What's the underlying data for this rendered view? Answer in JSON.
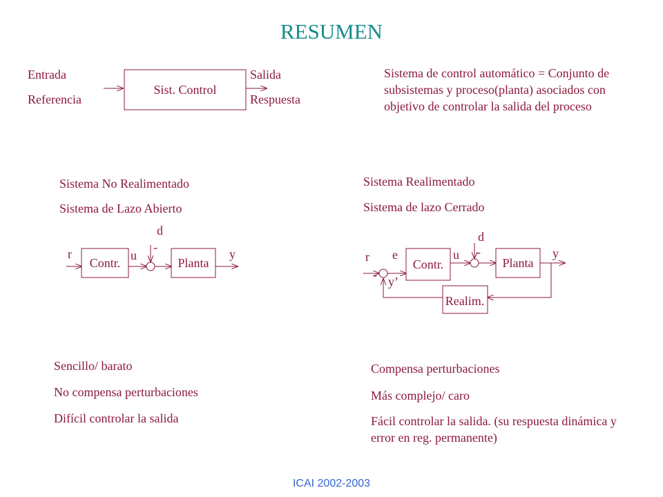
{
  "title": "RESUMEN",
  "footer": "ICAI 2002-2003",
  "colors": {
    "title": "#168C8C",
    "text": "#8B1A3A",
    "footer": "#3366CC"
  },
  "top_block": {
    "input_label_1": "Entrada",
    "input_label_2": "Referencia",
    "block_label": "Sist. Control",
    "output_label_1": "Salida",
    "output_label_2": "Respuesta"
  },
  "definition": "Sistema de control automático = Conjunto de subsistemas y proceso(planta) asociados con objetivo de controlar la salida del proceso",
  "open_loop": {
    "title_1": "Sistema No Realimentado",
    "title_2": "Sistema de Lazo Abierto",
    "controller_label": "Contr.",
    "plant_label": "Planta",
    "signal_r": "r",
    "signal_u": "u",
    "signal_y": "y",
    "signal_d": "d",
    "minus_sign": "-",
    "properties": [
      "Sencillo/ barato",
      "No compensa perturbaciones",
      "Difícil controlar la salida"
    ]
  },
  "closed_loop": {
    "title_1": "Sistema Realimentado",
    "title_2": "Sistema de lazo Cerrado",
    "controller_label": "Contr.",
    "plant_label": "Planta",
    "feedback_label": "Realim.",
    "signal_r": "r",
    "signal_e": "e",
    "signal_u": "u",
    "signal_y": "y",
    "signal_d": "d",
    "signal_y_prime": "y’",
    "minus_sign": "-",
    "properties": [
      "Compensa perturbaciones",
      "Más complejo/ caro",
      "Fácil controlar la salida. (su respuesta dinámica y error en reg. permanente)"
    ]
  }
}
